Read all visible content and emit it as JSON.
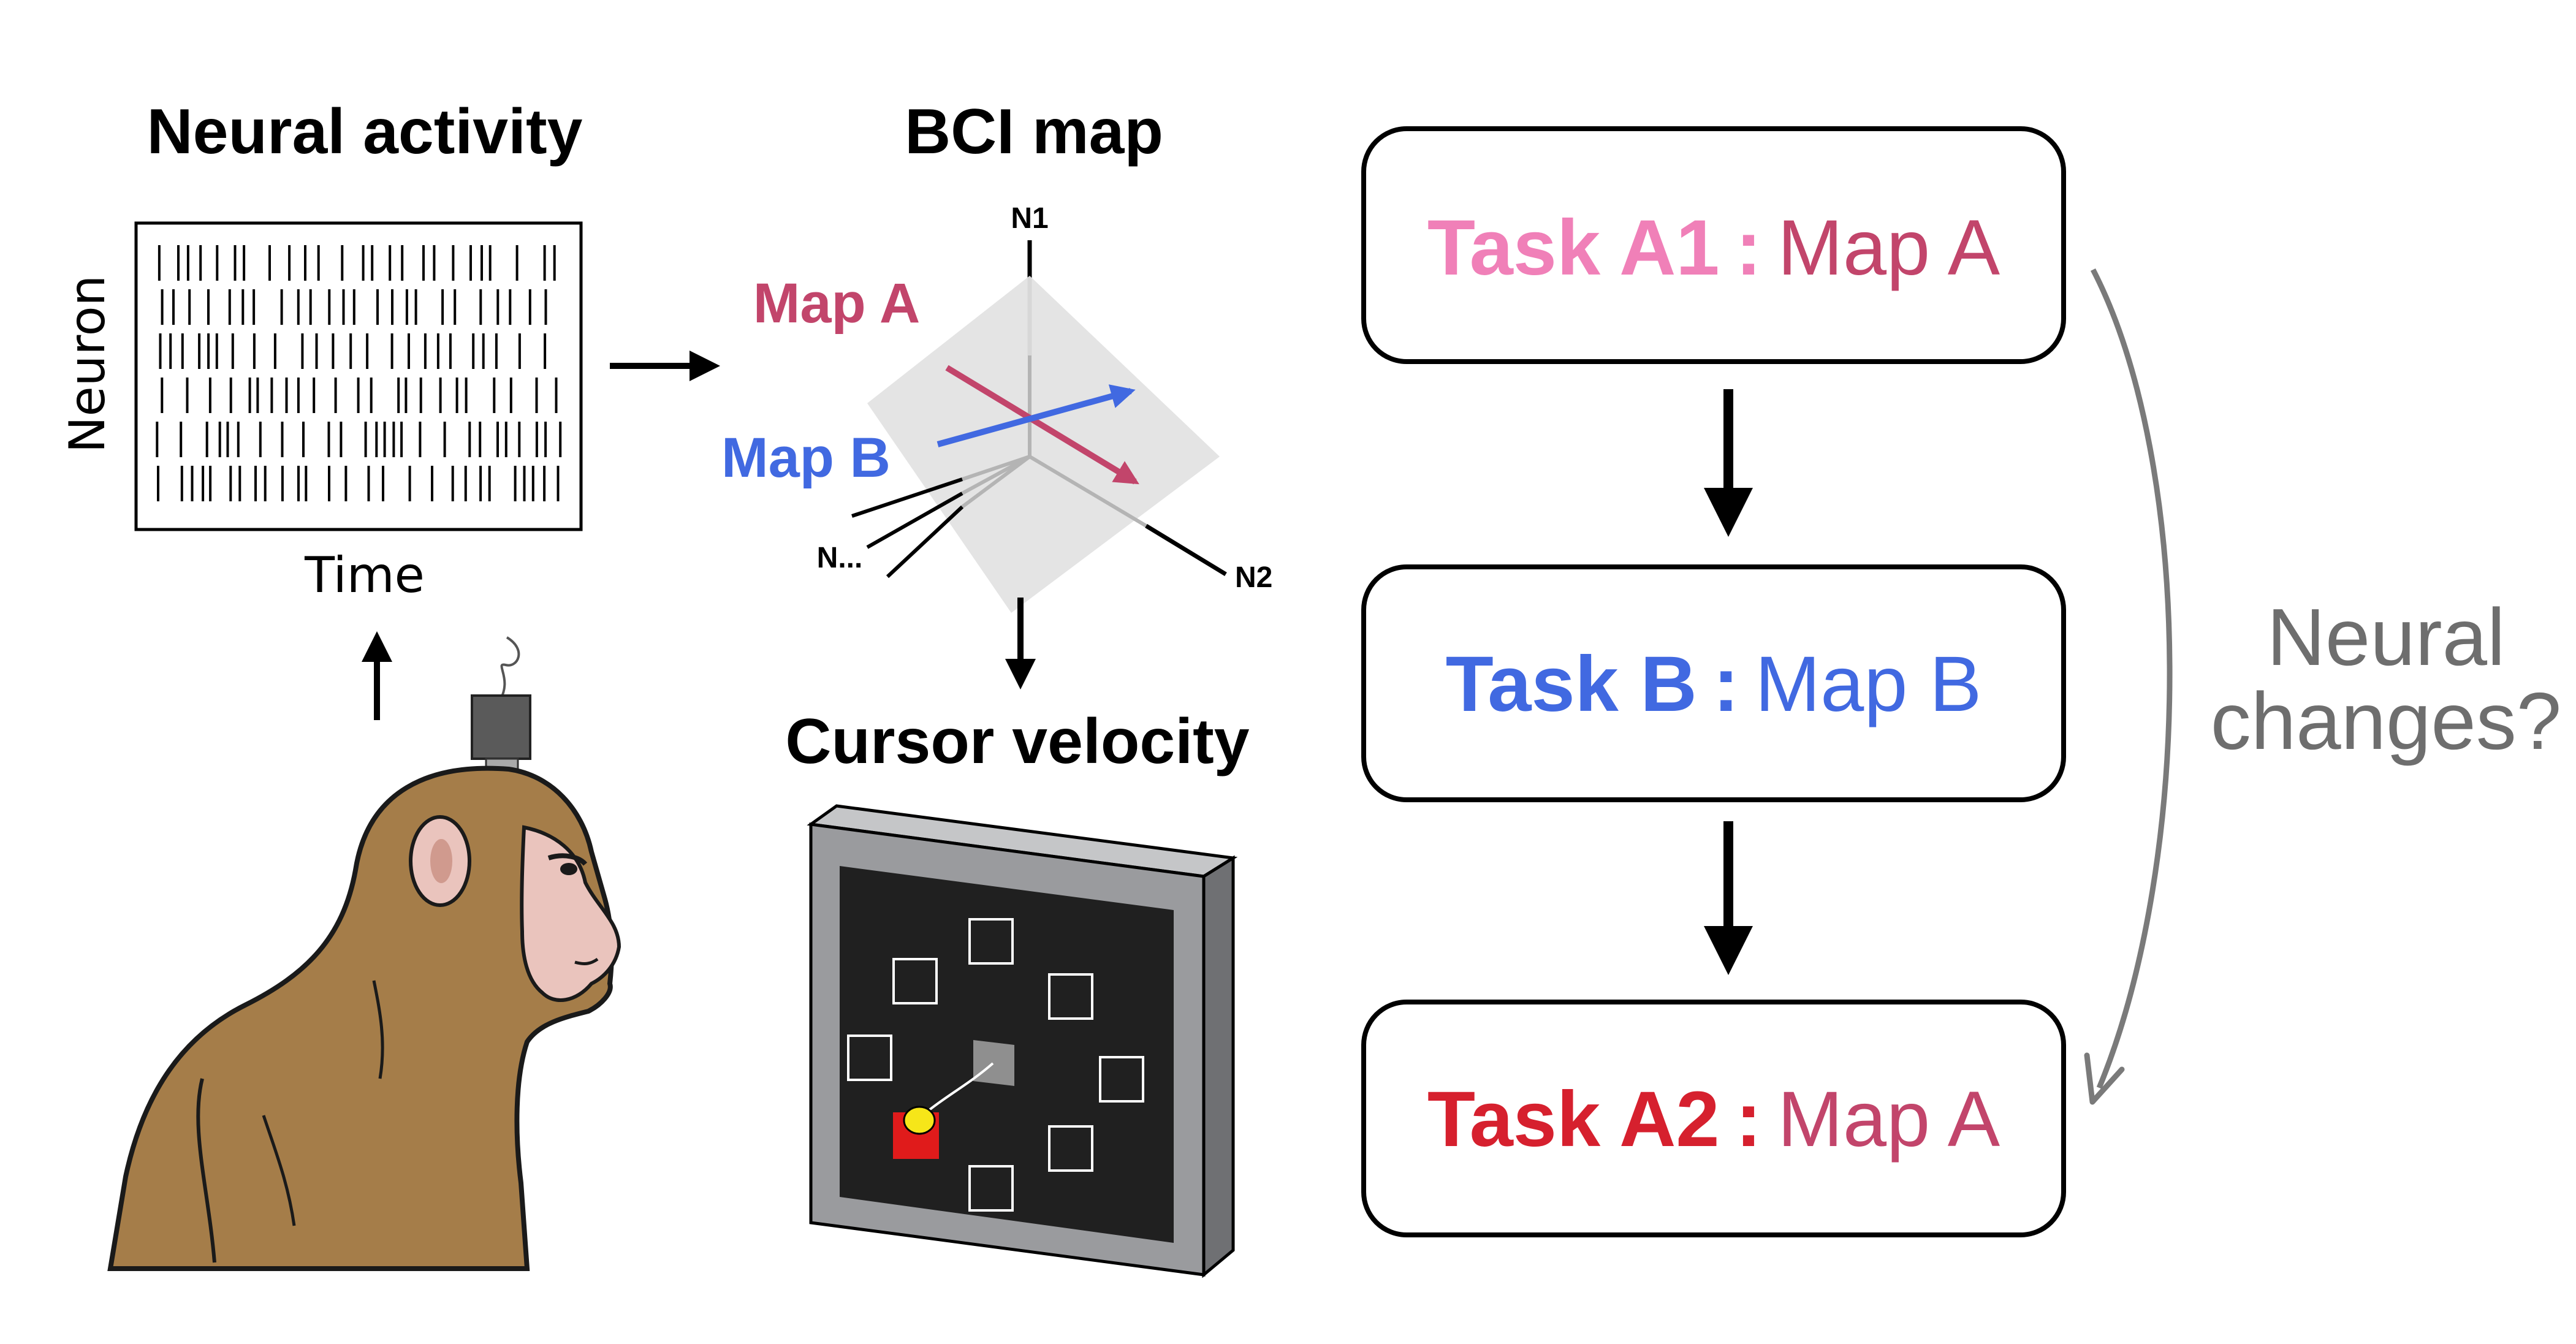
{
  "panels": {
    "neural_activity": {
      "title": "Neural activity",
      "y_label": "Neuron",
      "x_label": "Time"
    },
    "bci_map": {
      "title": "BCI map",
      "axis_labels": {
        "n1": "N1",
        "n2": "N2",
        "nn": "N..."
      },
      "map_a": {
        "label": "Map A",
        "color": "#c2456b"
      },
      "map_b": {
        "label": "Map B",
        "color": "#4169e1"
      }
    },
    "cursor": {
      "title": "Cursor velocity"
    }
  },
  "tasks": [
    {
      "name": "Task A1",
      "sep": ":",
      "map": "Map  A",
      "name_color": "#f080b8",
      "map_color": "#c2456b"
    },
    {
      "name": "Task B",
      "sep": ":",
      "map": "Map  B",
      "name_color": "#4169e1",
      "map_color": "#4169e1"
    },
    {
      "name": "Task A2",
      "sep": ":",
      "map": "Map  A",
      "name_color": "#d6202e",
      "map_color": "#c2456b"
    }
  ],
  "side_question": {
    "line1": "Neural",
    "line2": "changes?"
  },
  "colors": {
    "monkey_fur": "#a57d49",
    "monkey_skin": "#eac4bd",
    "screen_frame": "#9a9b9e",
    "screen_bg": "#202020",
    "target_active": "#e01b1b",
    "cursor": "#f6e619",
    "center_target": "#8f8f8f",
    "plane": "#e3e3e3"
  }
}
